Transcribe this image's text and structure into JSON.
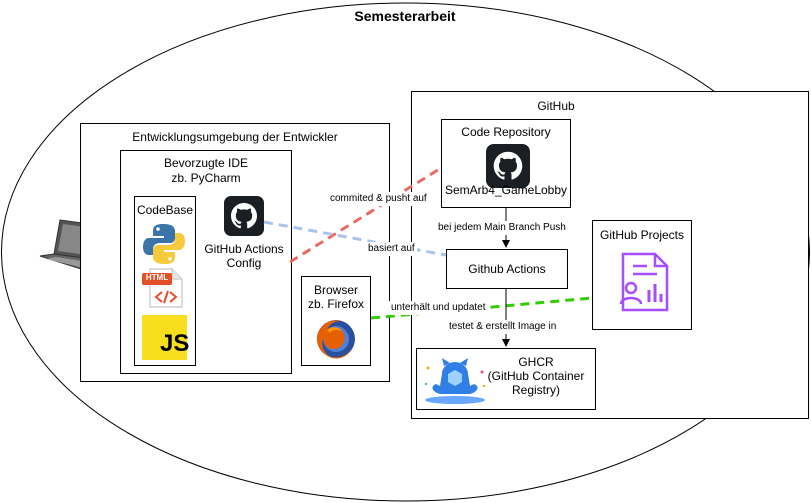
{
  "diagram": {
    "title": "Semesterarbeit",
    "dev_env": {
      "label": "Entwicklungsumgebung der Entwickler"
    },
    "ide": {
      "title_line1": "Bevorzugte IDE",
      "title_line2": "zb. PyCharm"
    },
    "codebase": {
      "label": "CodeBase",
      "html_badge": "HTML",
      "js_badge": "JS"
    },
    "actions_config": {
      "line1": "GitHub Actions",
      "line2": "Config"
    },
    "browser": {
      "line1": "Browser",
      "line2": "zb. Firefox"
    },
    "github": {
      "label": "GitHub"
    },
    "code_repo": {
      "label": "Code Repository",
      "repo_name": "SemArb4_GameLobby"
    },
    "github_actions": {
      "label": "Github Actions"
    },
    "github_projects": {
      "label": "GitHub Projects"
    },
    "ghcr": {
      "line1": "GHCR",
      "line2": "(GitHub Container",
      "line3": "Registry)"
    },
    "edges": {
      "commit": "commited & pusht auf",
      "push_trigger": "bei jedem Main Branch Push",
      "based_on": "basiert auf",
      "maintains": "unterhält und updatet",
      "tests": "testet & erstellt Image in"
    },
    "colors": {
      "commit_line": "#ea6b66",
      "based_line": "#a9c4eb",
      "maintain_line": "#33cc00",
      "projects_icon": "#a64dff",
      "github_logo": "#1b1f23"
    }
  }
}
